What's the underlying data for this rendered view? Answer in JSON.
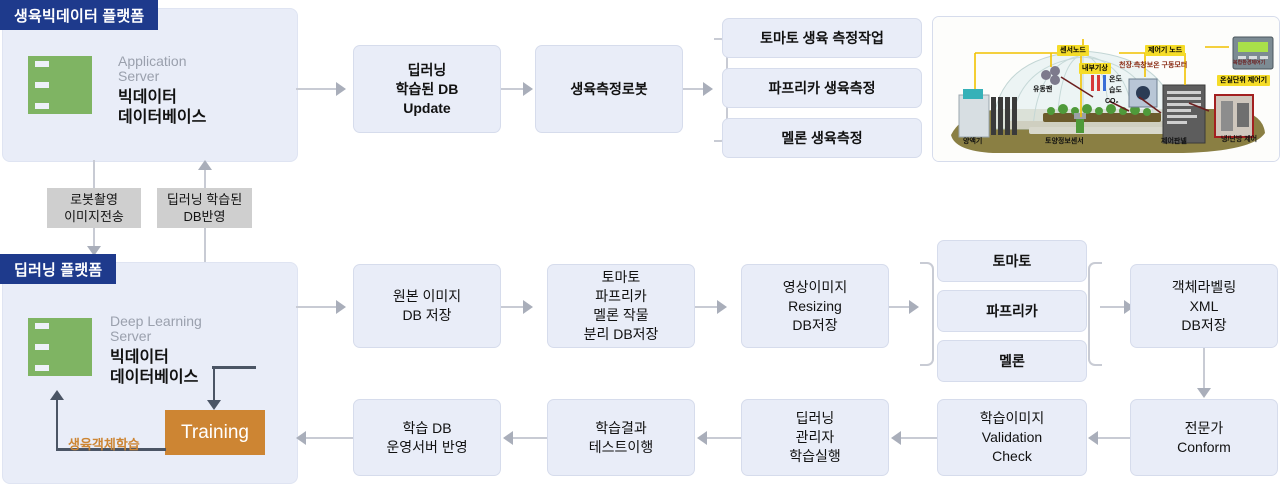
{
  "platforms": [
    {
      "id": "bigdata",
      "title": "생육빅데이터 플랫폼",
      "server": {
        "sub": "Application\nServer",
        "main": "빅데이터\n데이터베이스",
        "icon": "server-rack-icon"
      }
    },
    {
      "id": "deeplearning",
      "title": "딥러닝 플랫폼",
      "server": {
        "sub": "Deep Learning\nServer",
        "main": "빅데이터\n데이터베이스",
        "icon": "server-rack-icon"
      },
      "training_label": "Training",
      "loop_label": "생육객체학습"
    }
  ],
  "connector_chips": [
    {
      "id": "robot-capture",
      "text": "로봇촬영\n이미지전송"
    },
    {
      "id": "db-reflect",
      "text": "딥러닝 학습된\nDB반영"
    }
  ],
  "top_flow": [
    {
      "id": "dl-db-update",
      "text": "딥러닝\n학습된 DB\nUpdate",
      "bold": true
    },
    {
      "id": "growth-robot",
      "text": "생육측정로봇",
      "bold": true
    }
  ],
  "top_branches": [
    {
      "id": "tomato-measure-task",
      "text": "토마토 생육 측정작업"
    },
    {
      "id": "paprika-measure",
      "text": "파프리카 생육측정"
    },
    {
      "id": "melon-measure",
      "text": "멜론 생육측정"
    }
  ],
  "mid_flow": [
    {
      "id": "original-image-db",
      "text": "원본 이미지\nDB 저장"
    },
    {
      "id": "crop-split-db",
      "text": "토마토\n파프리카\n멜론 작물\n분리 DB저장"
    },
    {
      "id": "image-resizing",
      "text": "영상이미지\nResizing\nDB저장"
    }
  ],
  "mid_branches": [
    {
      "id": "tomato",
      "text": "토마토"
    },
    {
      "id": "paprika",
      "text": "파프리카"
    },
    {
      "id": "melon",
      "text": "멜론"
    }
  ],
  "mid_tail": {
    "id": "object-labeling-xml",
    "text": "객체라벨링\nXML\nDB저장"
  },
  "bottom_flow": [
    {
      "id": "expert-conform",
      "text": "전문가\nConform"
    },
    {
      "id": "train-image-validation",
      "text": "학습이미지\nValidation\nCheck"
    },
    {
      "id": "dl-manager-train",
      "text": "딥러닝\n관리자\n학습실행"
    },
    {
      "id": "train-result-test",
      "text": "학습결과\n테스트이행"
    },
    {
      "id": "train-db-deploy",
      "text": "학습 DB\n운영서버 반영"
    }
  ],
  "greenhouse": {
    "caption_labels": [
      {
        "id": "sensor-node",
        "text": "센서노드"
      },
      {
        "id": "controller-node",
        "text": "제어기 노드"
      },
      {
        "id": "greenhouse-unit-controller",
        "text": "온실단위 제어기"
      }
    ],
    "inner_labels": [
      {
        "id": "internal-weather",
        "text": "내부기상"
      },
      {
        "id": "ceiling-side-insulation-motor",
        "text": "천장.측창보온\n구동모터"
      },
      {
        "id": "temperature",
        "text": "온도"
      },
      {
        "id": "humidity",
        "text": "습도"
      },
      {
        "id": "co2",
        "text": "CO₂"
      },
      {
        "id": "circulation-fan",
        "text": "유동팬"
      },
      {
        "id": "device-box",
        "text": "복합환경제어기"
      }
    ],
    "ground_labels": [
      {
        "id": "nutrient-supply",
        "text": "양액기"
      },
      {
        "id": "soil-info-sensor",
        "text": "토양정보센서"
      },
      {
        "id": "control-panel",
        "text": "제어판넬"
      },
      {
        "id": "hvac-control",
        "text": "냉/난방\n제어"
      }
    ]
  },
  "colors": {
    "header_navy": "#1e3a8c",
    "panel_fill": "#e9edf8",
    "node_fill": "#e9edf8",
    "chip_grey": "#cfcfcf",
    "training_orange": "#cd8533",
    "server_green": "#7fb463",
    "connector_grey": "#c8cbd4",
    "loop_dark": "#4b5565"
  }
}
